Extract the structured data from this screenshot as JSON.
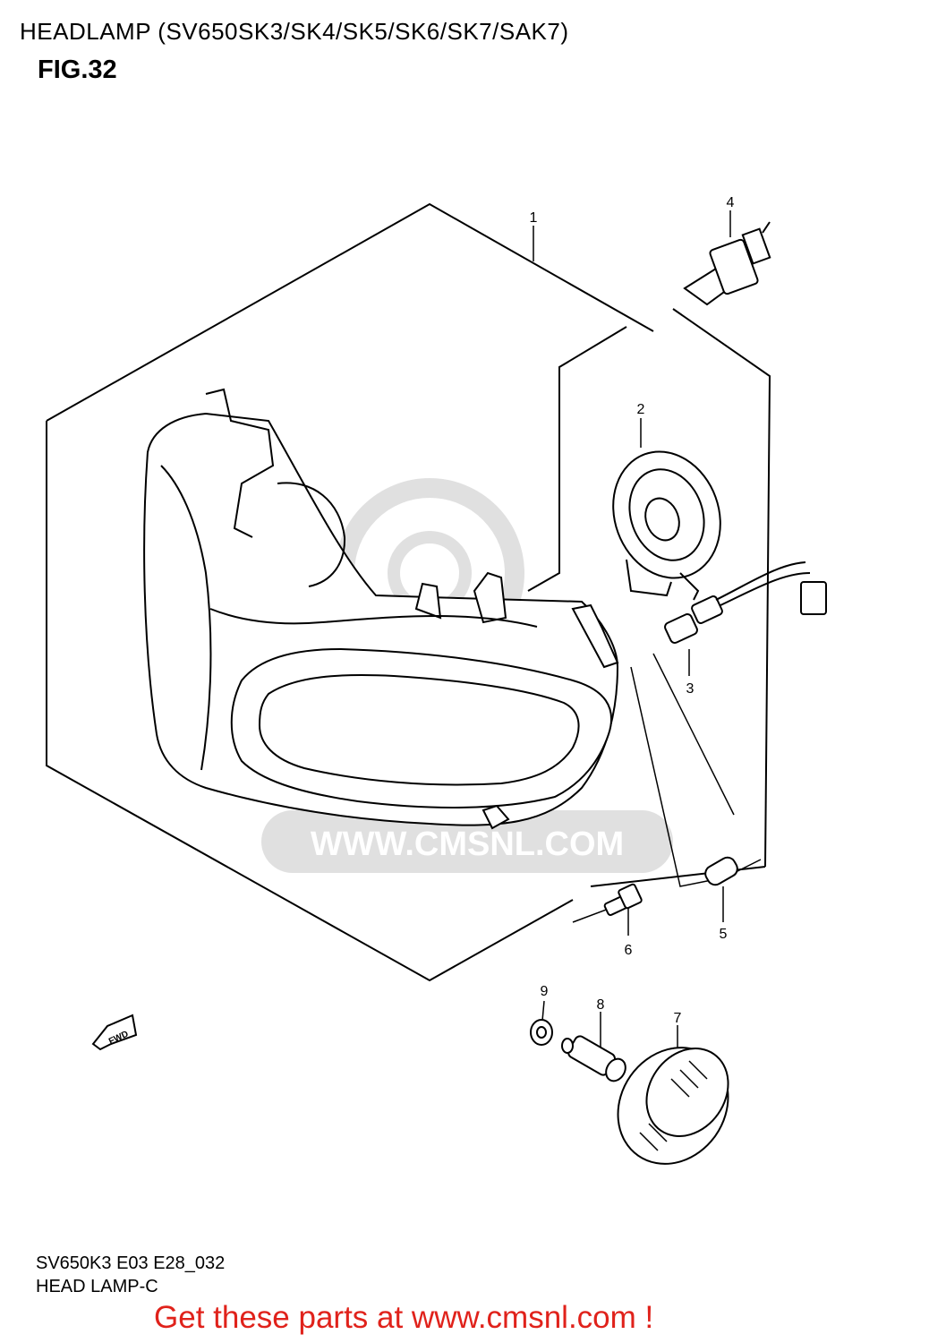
{
  "header": {
    "title": "HEADLAMP (SV650SK3/SK4/SK5/SK6/SK7/SAK7)",
    "figure": "FIG.32"
  },
  "diagram": {
    "callouts": [
      "1",
      "2",
      "3",
      "4",
      "5",
      "6",
      "7",
      "8",
      "9"
    ],
    "fwd_arrow_label": "FWD",
    "watermark": {
      "text": "WWW.CMSNL.COM",
      "logo": "CMS"
    }
  },
  "footer": {
    "code": "SV650K3 E03 E28_032",
    "name": "HEAD LAMP-C",
    "cta": "Get these parts at www.cmsnl.com !",
    "cta_color": "#e0221b"
  }
}
